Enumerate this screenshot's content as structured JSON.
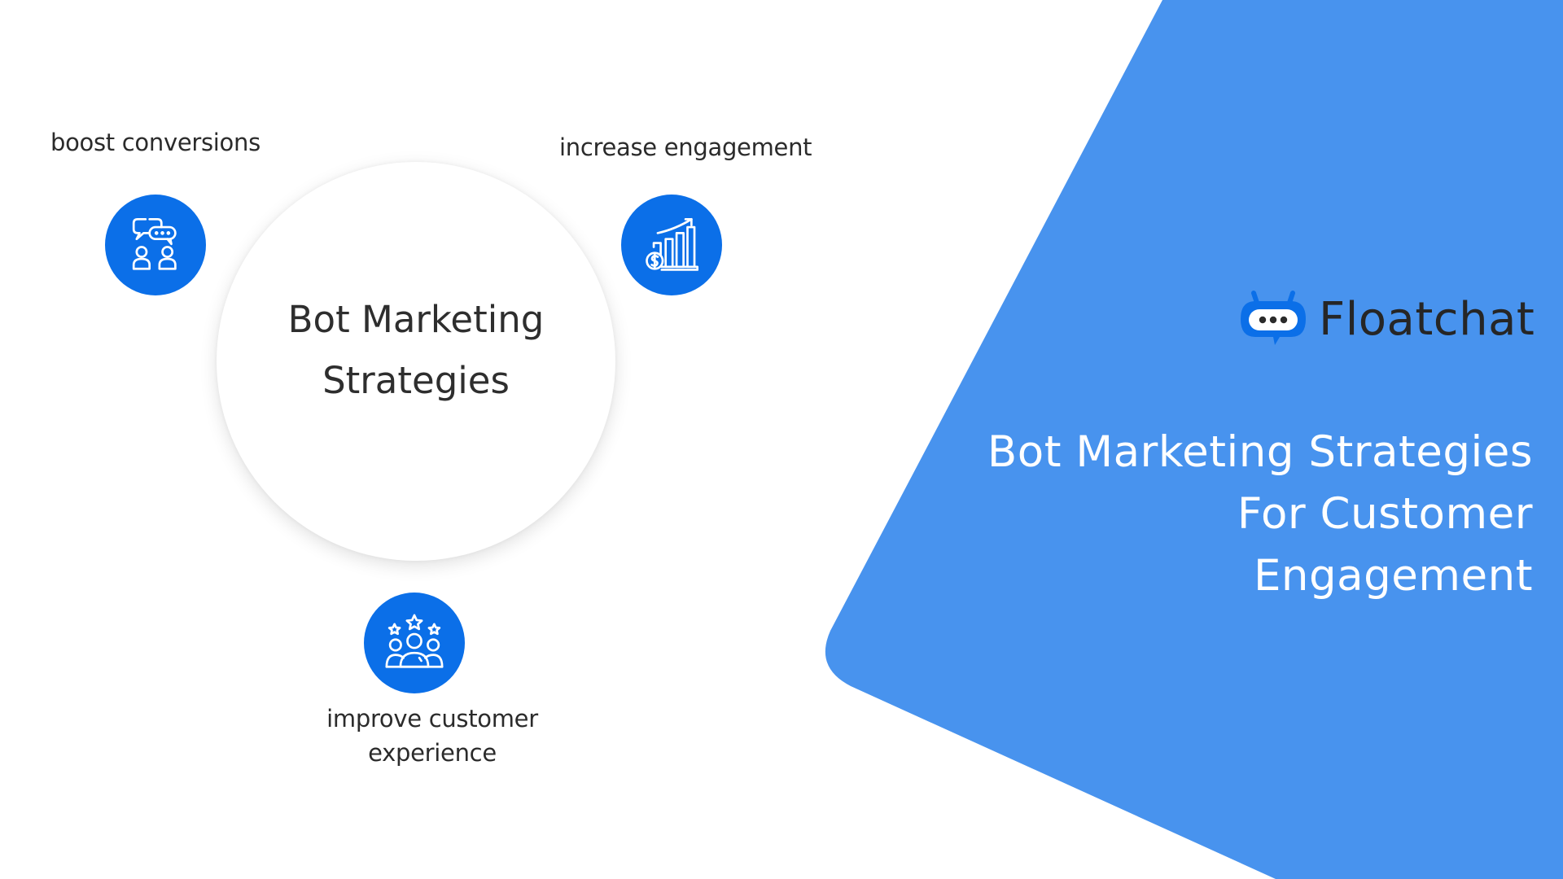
{
  "colors": {
    "panel_blue": "#4893ee",
    "icon_blue": "#0b6fe8",
    "text_dark": "#2b2b2b",
    "text_white": "#ffffff"
  },
  "diagram": {
    "center": {
      "line1": "Bot Marketing",
      "line2": "Strategies"
    },
    "features": [
      {
        "label": "boost conversions",
        "icon": "chat-people-icon"
      },
      {
        "label": "increase engagement",
        "icon": "growth-chart-dollar-icon"
      },
      {
        "label_line1": "improve customer",
        "label_line2": "experience",
        "icon": "group-stars-icon"
      }
    ]
  },
  "brand": {
    "name": "Floatchat",
    "logo_icon": "chatbot-bubble-icon"
  },
  "hero": {
    "line1": "Bot Marketing Strategies",
    "line2": "For Customer",
    "line3": "Engagement"
  }
}
